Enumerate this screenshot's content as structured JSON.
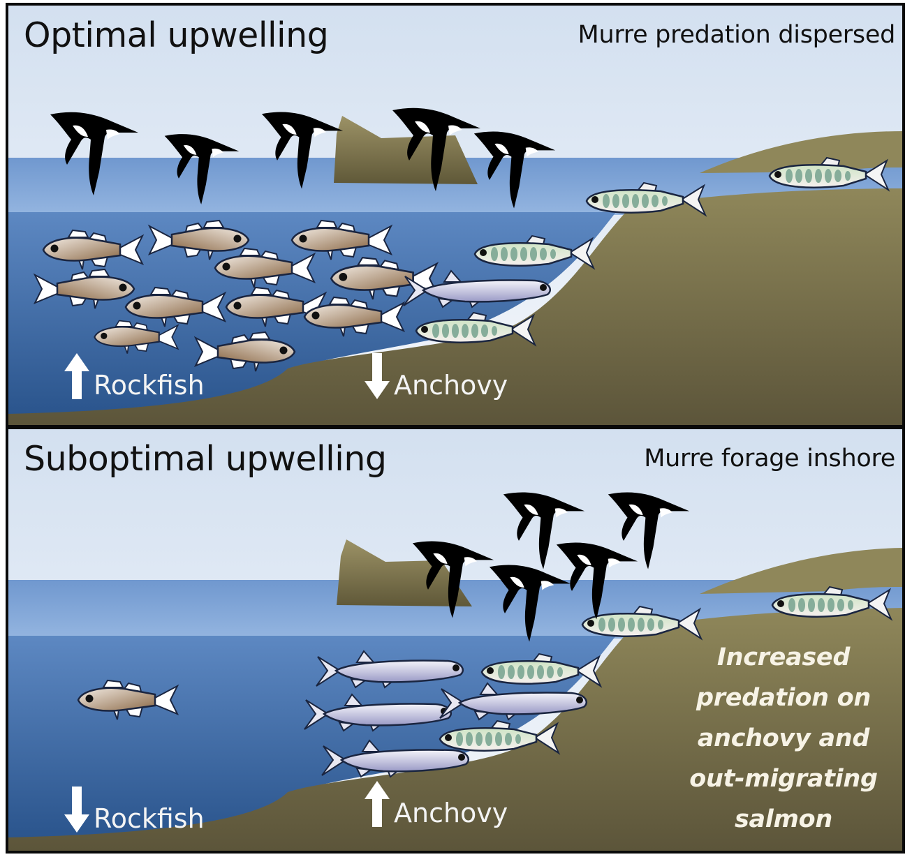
{
  "panels": [
    {
      "id": "optimal",
      "title": "Optimal upwelling",
      "subtitle": "Murre predation dispersed",
      "trends": [
        {
          "species": "Rockfish",
          "direction": "up"
        },
        {
          "species": "Anchovy",
          "direction": "down"
        }
      ],
      "counts": {
        "murres": 5,
        "rockfish": 11,
        "anchovy": 1,
        "salmon": 4
      }
    },
    {
      "id": "suboptimal",
      "title": "Suboptimal upwelling",
      "subtitle": "Murre forage inshore",
      "trends": [
        {
          "species": "Rockfish",
          "direction": "down"
        },
        {
          "species": "Anchovy",
          "direction": "up"
        }
      ],
      "counts": {
        "murres": 5,
        "rockfish": 1,
        "anchovy": 4,
        "salmon": 4
      },
      "note_lines": [
        "Increased",
        "predation on",
        "anchovy and",
        "out-migrating",
        "salmon"
      ]
    }
  ],
  "colors": {
    "sky_top": "#d3e0f0",
    "sky_bottom": "#f3f6fb",
    "shallow_water": "#7ea3d6",
    "deep_water_top": "#5c86c0",
    "deep_water_bottom": "#2f5a92",
    "land_light": "#8e8558",
    "land_dark": "#5e573a",
    "rockfish": "#a08060",
    "anchovy": "#b8b8d8",
    "salmon_bar": "#8fb2a0",
    "murre": "#000000",
    "text_light": "#f4f4f4"
  }
}
